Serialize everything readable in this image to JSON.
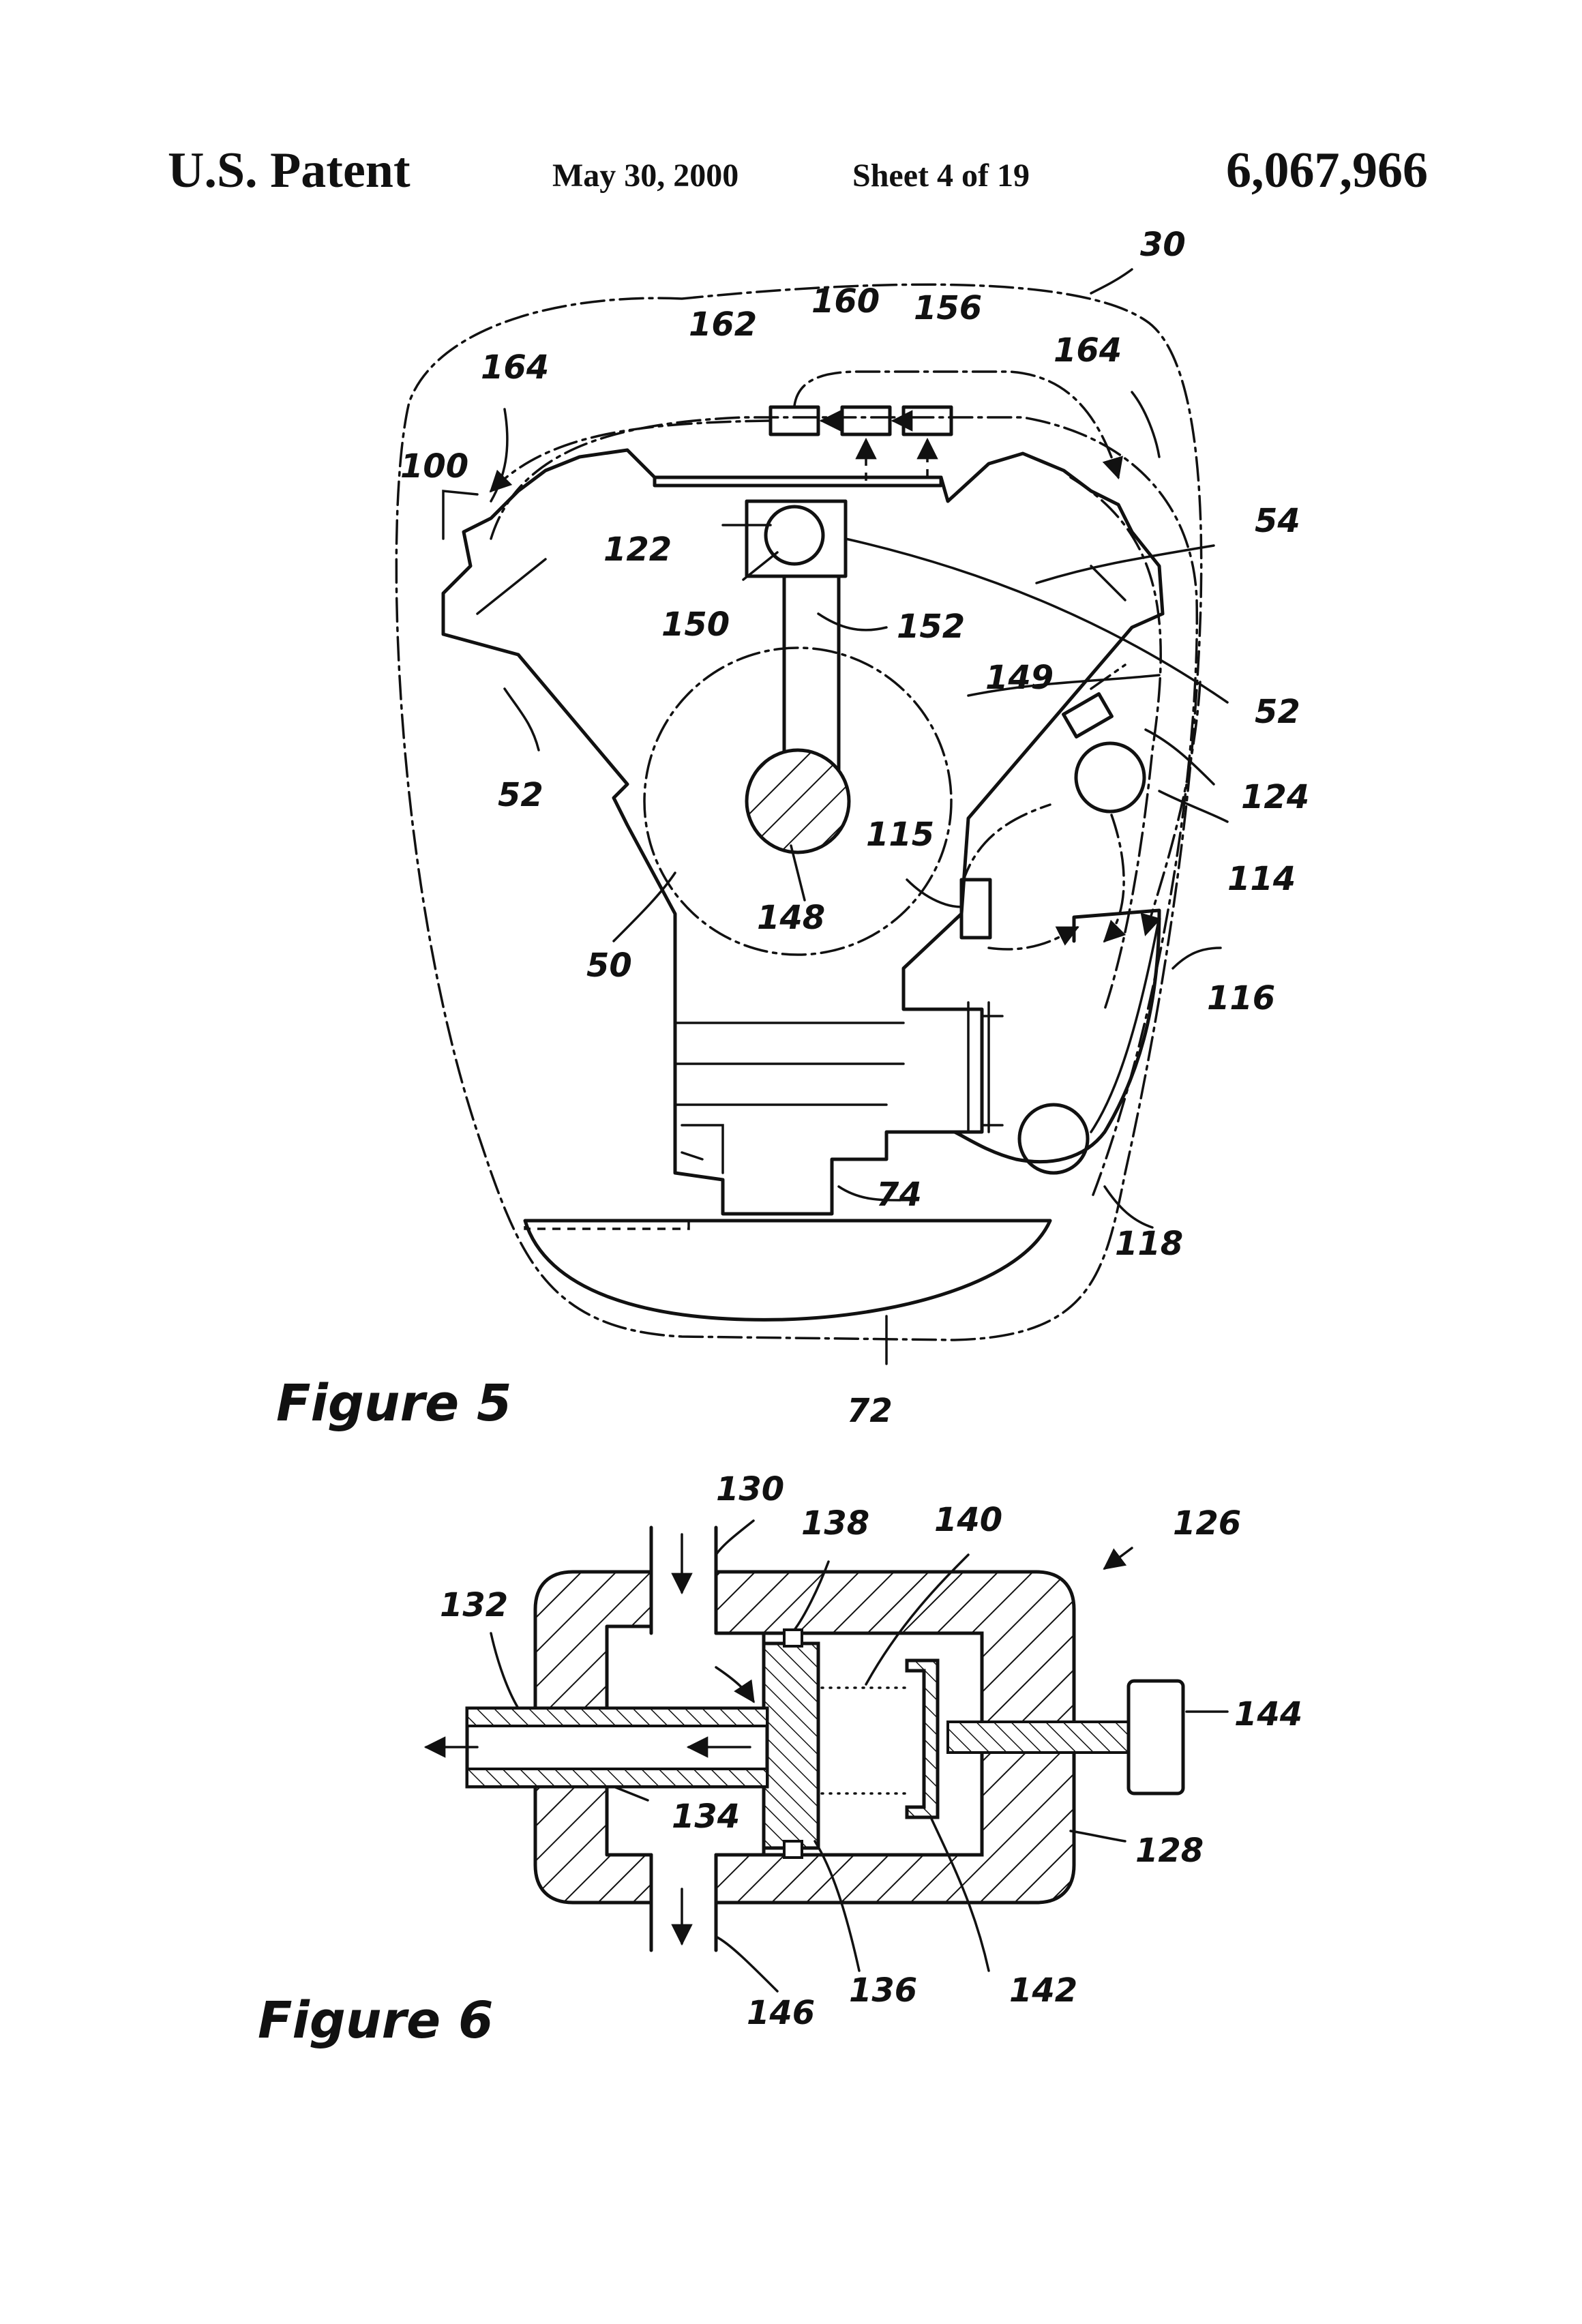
{
  "header": {
    "left": "U.S. Patent",
    "date": "May 30, 2000",
    "sheet": "Sheet 4 of 19",
    "number": "6,067,966"
  },
  "figure5": {
    "caption": "Figure 5",
    "labels": {
      "l30": "30",
      "l160": "160",
      "l156": "156",
      "l162": "162",
      "l164a": "164",
      "l164b": "164",
      "l100": "100",
      "l54": "54",
      "l122": "122",
      "l150": "150",
      "l152": "152",
      "l149": "149",
      "l52a": "52",
      "l52b": "52",
      "l124": "124",
      "l114": "114",
      "l115": "115",
      "l148": "148",
      "l50": "50",
      "l116": "116",
      "l74": "74",
      "l118": "118",
      "l72": "72"
    }
  },
  "figure6": {
    "caption": "Figure 6",
    "labels": {
      "l130": "130",
      "l138": "138",
      "l140": "140",
      "l126": "126",
      "l132": "132",
      "l144": "144",
      "l134": "134",
      "l128": "128",
      "l136": "136",
      "l142": "142",
      "l146": "146"
    }
  }
}
